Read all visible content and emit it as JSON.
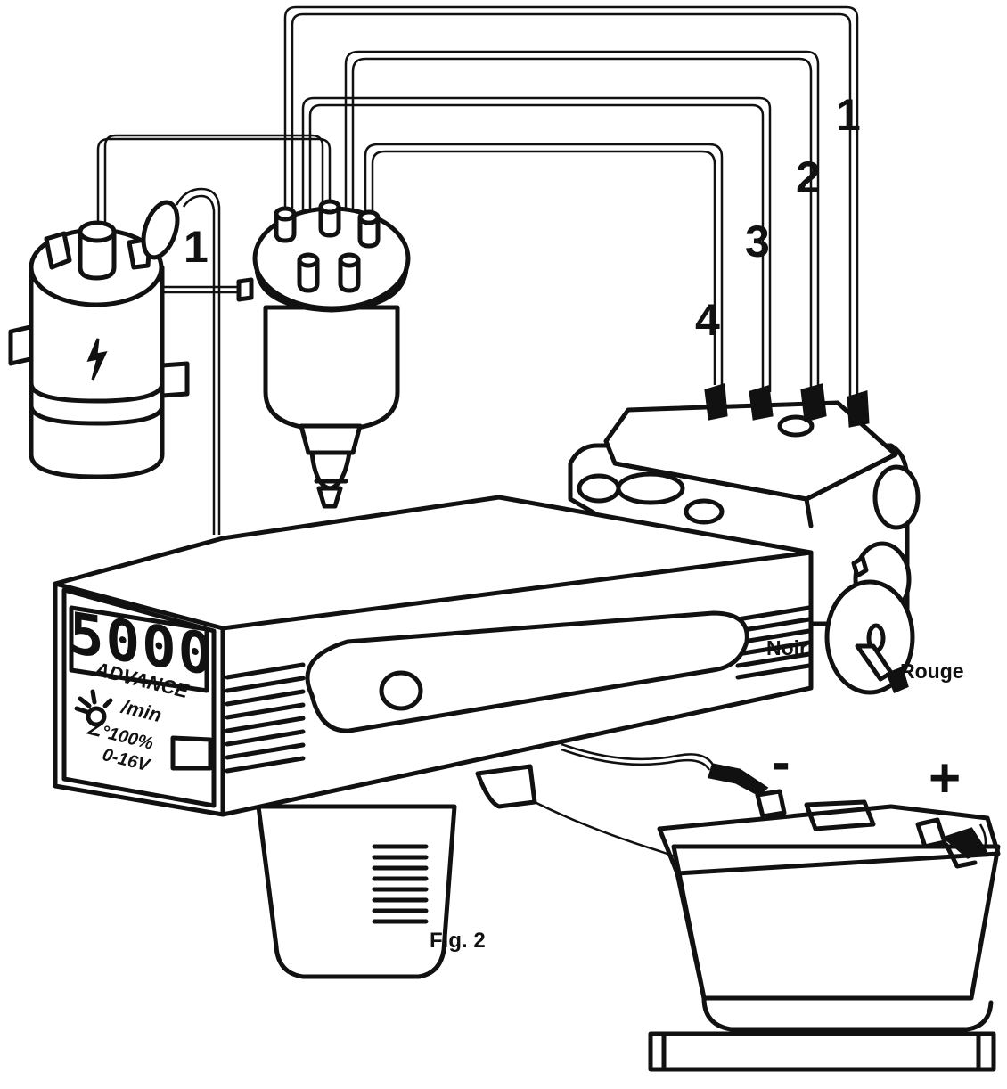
{
  "figure": {
    "caption": "Fig. 2",
    "wire_numbers": [
      "1",
      "2",
      "3",
      "4"
    ],
    "coil_label": "1",
    "clip_black": "Noir",
    "clip_red": "Rouge",
    "battery_negative": "-",
    "battery_positive": "+"
  },
  "lamp_panel": {
    "display_value": "5000",
    "mode_label": "ADVANCE",
    "rpm_label": "/min",
    "angle_label": "∠°100%",
    "voltage_label": "0-16V"
  }
}
